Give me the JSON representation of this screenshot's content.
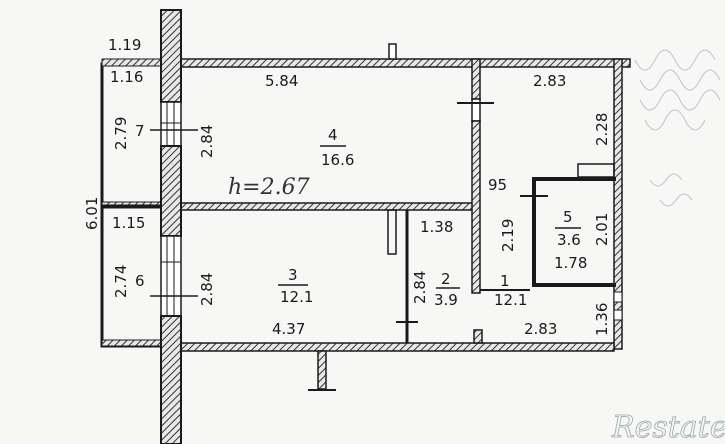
{
  "plan": {
    "ceiling_height_note": "h=2.67",
    "watermark": "Restate",
    "colors": {
      "wall": "#1a1a1a",
      "hatch": "#555555",
      "background": "#f7f8f6"
    },
    "rooms": [
      {
        "id": "1",
        "area": "12.1",
        "dims": [
          "2.83",
          "2.19",
          "95",
          "1.36",
          "2.83"
        ]
      },
      {
        "id": "2",
        "area": "3.9",
        "dims": [
          "1.38",
          "2.84"
        ]
      },
      {
        "id": "3",
        "area": "12.1",
        "dims": [
          "4.37",
          "2.84"
        ]
      },
      {
        "id": "4",
        "area": "16.6",
        "dims": [
          "5.84",
          "2.84"
        ]
      },
      {
        "id": "5",
        "area": "3.6",
        "dims": [
          "1.78",
          "2.01"
        ]
      },
      {
        "id": "6",
        "area": "",
        "dims": [
          "1.15",
          "2.74"
        ]
      },
      {
        "id": "7",
        "area": "",
        "dims": [
          "1.16",
          "2.79"
        ]
      }
    ],
    "labels": {
      "outer_height": "6.01",
      "balcony_top_width": "1.19",
      "balcony7_width": "1.16",
      "balcony7_height": "2.79",
      "balcony7_id": "7",
      "balcony6_width": "1.15",
      "balcony6_height": "2.74",
      "balcony6_id": "6",
      "room4_width": "5.84",
      "room4_height": "2.84",
      "room4_id": "4",
      "room4_area": "16.6",
      "room3_width": "4.37",
      "room3_height": "2.84",
      "room3_id": "3",
      "room3_area": "12.1",
      "room2_width": "1.38",
      "room2_height": "2.84",
      "room2_id": "2",
      "room2_area": "3.9",
      "hall_top_width": "2.83",
      "hall_right_height": "2.28",
      "hall_door": "95",
      "hall_height": "2.19",
      "hall_id": "1",
      "hall_area": "12.1",
      "hall_bottom_width": "2.83",
      "hall_bottom_height": "1.36",
      "room5_id": "5",
      "room5_area": "3.6",
      "room5_width": "1.78",
      "room5_height": "2.01"
    }
  }
}
